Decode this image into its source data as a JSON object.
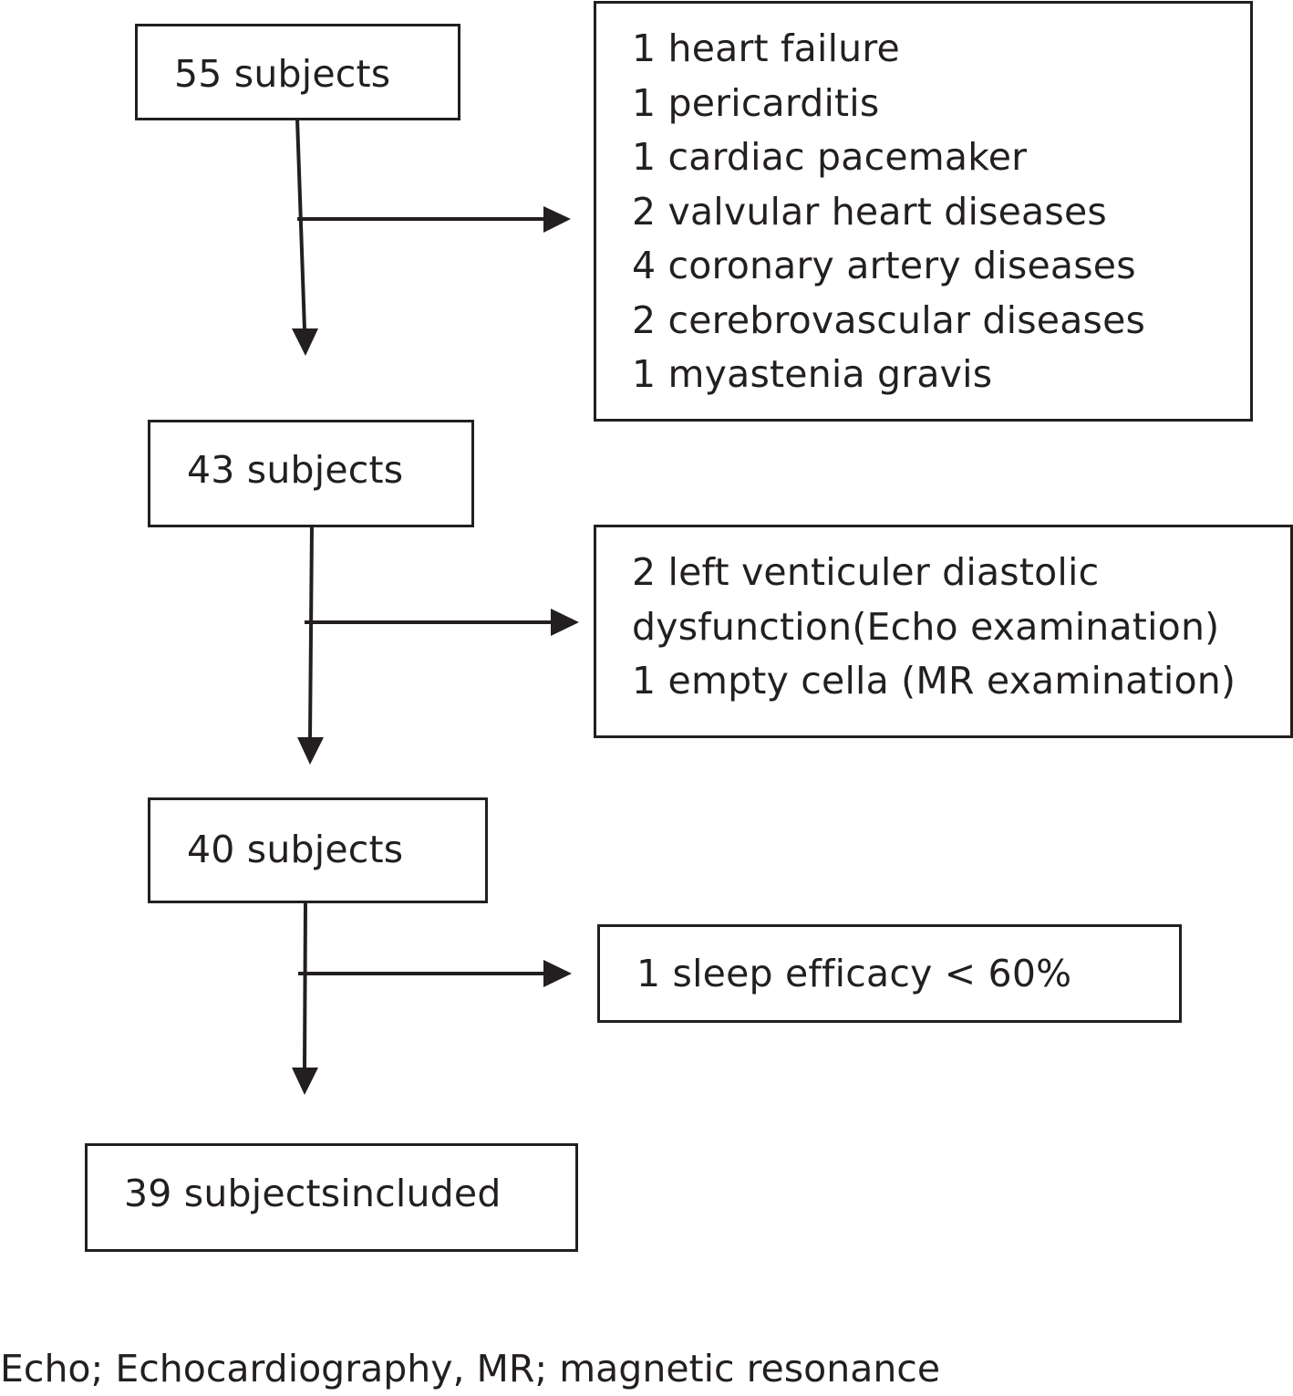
{
  "flowchart": {
    "steps": [
      {
        "label": "55 subjects"
      },
      {
        "label": "43 subjects"
      },
      {
        "label": "40 subjects"
      },
      {
        "label": "39 subjectsincluded"
      }
    ],
    "exclusions": [
      {
        "lines": [
          "1 heart failure",
          "1 pericarditis",
          "1 cardiac pacemaker",
          "2 valvular heart diseases",
          "4 coronary artery diseases",
          "2 cerebrovascular diseases",
          "1 myastenia gravis"
        ]
      },
      {
        "lines": [
          "2 left venticuler diastolic",
          "dysfunction(Echo examination)",
          "1 empty cella (MR examination)"
        ]
      },
      {
        "lines": [
          "1 sleep efficacy < 60%"
        ]
      }
    ]
  },
  "footnote": "Echo; Echocardiography, MR; magnetic resonance"
}
